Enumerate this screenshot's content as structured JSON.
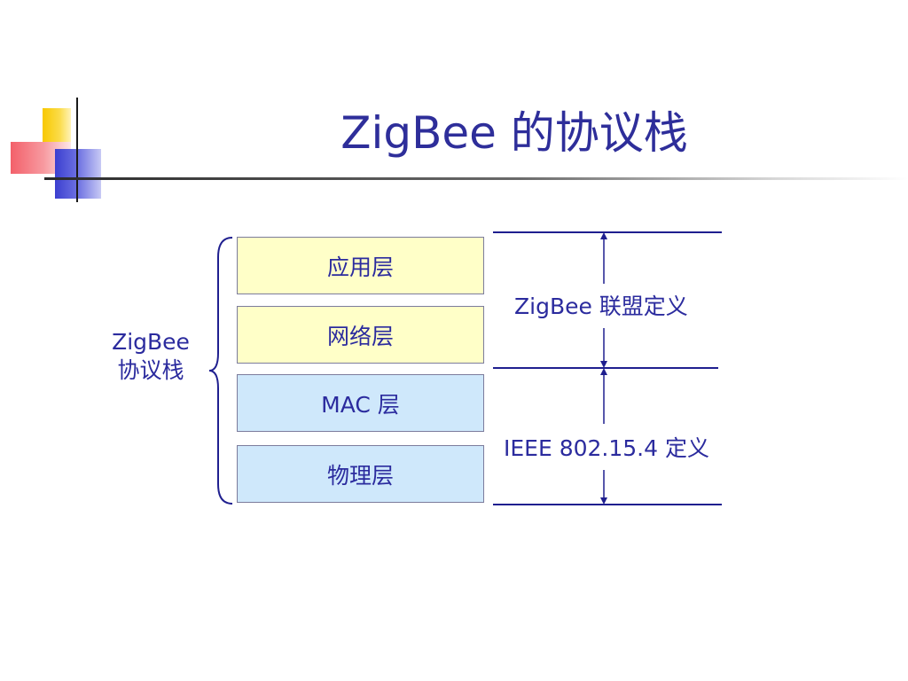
{
  "title": "ZigBee 的协议栈",
  "stack_label": {
    "line1": "ZigBee",
    "line2": "协议栈"
  },
  "layers": [
    {
      "label": "应用层"
    },
    {
      "label": "网络层"
    },
    {
      "label": "MAC 层"
    },
    {
      "label": "物理层"
    }
  ],
  "definitions": {
    "zigbee_alliance": "ZigBee 联盟定义",
    "ieee": "IEEE 802.15.4 定义"
  },
  "colors": {
    "text": "#2b2b9e",
    "upper_layers_fill": "#ffffc8",
    "lower_layers_fill": "#cfe8fb",
    "line": "#1f1f8f"
  }
}
